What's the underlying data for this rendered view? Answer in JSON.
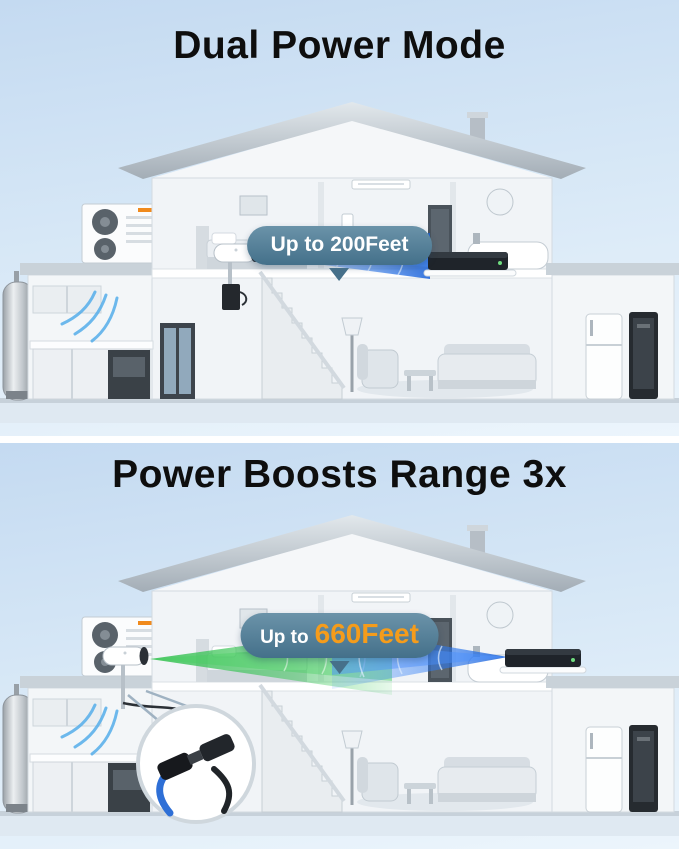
{
  "image_type": "product-feature-illustration",
  "colors": {
    "panel_background_top": "#c4daf1",
    "panel_background_bottom": "#ecf5fc",
    "title_text": "#0e0e0e",
    "badge_background": "#46708a",
    "badge_text": "#ffffff",
    "range_highlight_orange": "#f59c1b",
    "signal_beam_blue": "#2f7df6",
    "signal_beam_green": "#33bf4e",
    "house_wall": "#f1f4f7",
    "roof": "#aab4bd"
  },
  "panels": [
    {
      "title": "Dual Power Mode",
      "range_badge": {
        "prefix": "Up to",
        "value": "200Feet"
      },
      "signal_beams": [
        "blue"
      ],
      "devices": [
        "security-camera",
        "nvr-receiver",
        "hvac-outdoor-unit",
        "water-heater-tank"
      ]
    },
    {
      "title": "Power Boosts Range 3x",
      "range_badge": {
        "prefix": "Up to",
        "value": "660Feet"
      },
      "signal_beams": [
        "green",
        "blue"
      ],
      "devices": [
        "security-camera",
        "nvr-receiver",
        "hvac-outdoor-unit",
        "water-heater-tank"
      ],
      "inset": {
        "name": "power-cable-connection",
        "cables": [
          "blue-network-cable",
          "black-power-cable"
        ]
      }
    }
  ]
}
